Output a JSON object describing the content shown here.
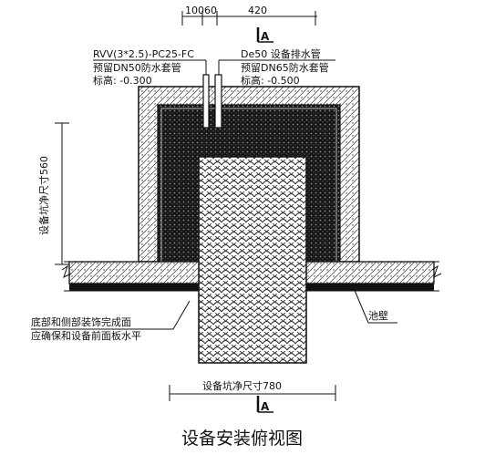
{
  "title": "设备安装俯视图",
  "dimensions": {
    "top_a": "100",
    "top_b": "60",
    "top_c": "420",
    "left_vertical": "设备坑净尺寸560",
    "bottom": "设备坑净尺寸780"
  },
  "section_mark": "A",
  "notes": {
    "cable_1": "RVV(3*2.5)-PC25-FC",
    "cable_2": "预留DN50防水套管",
    "cable_3": "标高: -0.300",
    "drain_1": "De50 设备排水管",
    "drain_2": "预留DN65防水套管",
    "drain_3": "标高: -0.500",
    "finish_1": "底部和侧部装饰完成面",
    "finish_2": "应确保和设备前面板水平",
    "pool_wall": "池壁"
  },
  "colors": {
    "line": "#111111",
    "fill_dark": "#1a1a1a",
    "fill_light": "#ffffff"
  }
}
